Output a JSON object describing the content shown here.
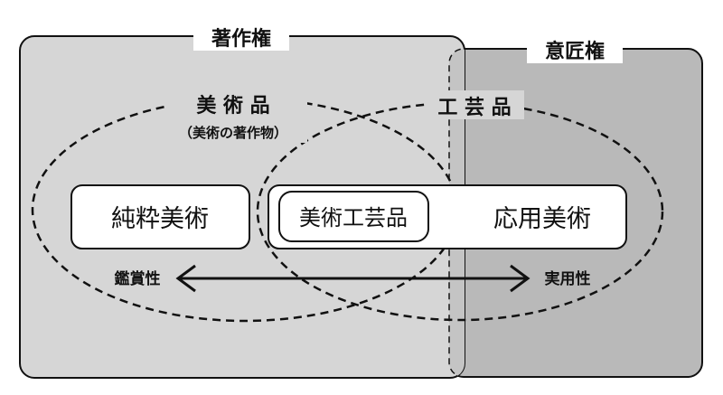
{
  "regions": {
    "copyright": {
      "label": "著作権"
    },
    "design_right": {
      "label": "意匠権"
    }
  },
  "groups": {
    "fine_art": {
      "label": "美 術 品",
      "sub_label": "（美術の著作物）"
    },
    "craft": {
      "label": "工 芸 品"
    }
  },
  "categories": {
    "pure_art": "純粋美術",
    "art_craft": "美術工芸品",
    "applied_art": "応用美術"
  },
  "axis": {
    "left": "鑑賞性",
    "right": "実用性"
  },
  "colors": {
    "copyright_fill": "#d6d6d6",
    "design_fill": "#b9b9b9",
    "box_fill": "#ffffff",
    "stroke": "#111111"
  }
}
